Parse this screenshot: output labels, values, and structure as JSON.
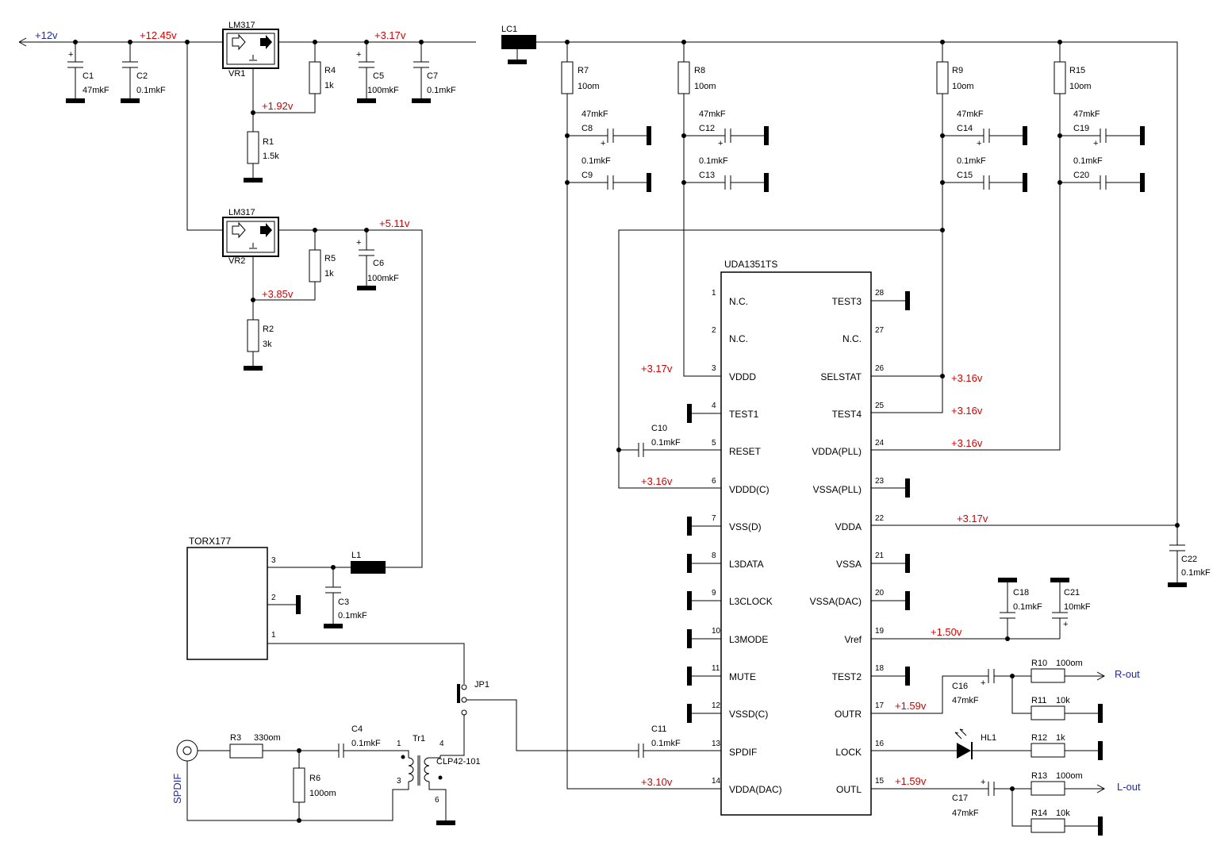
{
  "colors": {
    "wire": "#000000",
    "voltage": "#d40000",
    "signal": "#1f2aa8",
    "background": "#ffffff"
  },
  "power": {
    "input": "+12v",
    "v_in_reg": "+12.45v",
    "v_317a_out": "+3.17v",
    "v_adj1": "+1.92v",
    "v_317b_out": "+5.11v",
    "v_adj2": "+3.85v"
  },
  "vr1": {
    "type": "LM317",
    "ref": "VR1"
  },
  "vr2": {
    "type": "LM317",
    "ref": "VR2"
  },
  "lc1": {
    "ref": "LC1"
  },
  "c1": {
    "ref": "C1",
    "val": "47mkF"
  },
  "c2": {
    "ref": "C2",
    "val": "0.1mkF"
  },
  "r4": {
    "ref": "R4",
    "val": "1k"
  },
  "c5": {
    "ref": "C5",
    "val": "100mkF"
  },
  "c7": {
    "ref": "C7",
    "val": "0.1mkF"
  },
  "r1": {
    "ref": "R1",
    "val": "1.5k"
  },
  "r5": {
    "ref": "R5",
    "val": "1k"
  },
  "c6": {
    "ref": "C6",
    "val": "100mkF"
  },
  "r2": {
    "ref": "R2",
    "val": "3k"
  },
  "r7": {
    "ref": "R7",
    "val": "10om"
  },
  "r8": {
    "ref": "R8",
    "val": "10om"
  },
  "r9": {
    "ref": "R9",
    "val": "10om"
  },
  "r15": {
    "ref": "R15",
    "val": "10om"
  },
  "c8": {
    "ref": "C8",
    "val": "47mkF"
  },
  "c9": {
    "ref": "C9",
    "val": "0.1mkF"
  },
  "c12": {
    "ref": "C12",
    "val": "47mkF"
  },
  "c13": {
    "ref": "C13",
    "val": "0.1mkF"
  },
  "c14": {
    "ref": "C14",
    "val": "47mkF"
  },
  "c15": {
    "ref": "C15",
    "val": "0.1mkF"
  },
  "c19": {
    "ref": "C19",
    "val": "47mkF"
  },
  "c20": {
    "ref": "C20",
    "val": "0.1mkF"
  },
  "ic": {
    "title": "UDA1351TS",
    "left_pins": [
      {
        "num": "1",
        "name": "N.C."
      },
      {
        "num": "2",
        "name": "N.C."
      },
      {
        "num": "3",
        "name": "VDDD"
      },
      {
        "num": "4",
        "name": "TEST1"
      },
      {
        "num": "5",
        "name": "RESET"
      },
      {
        "num": "6",
        "name": "VDDD(C)"
      },
      {
        "num": "7",
        "name": "VSS(D)"
      },
      {
        "num": "8",
        "name": "L3DATA"
      },
      {
        "num": "9",
        "name": "L3CLOCK"
      },
      {
        "num": "10",
        "name": "L3MODE"
      },
      {
        "num": "11",
        "name": "MUTE"
      },
      {
        "num": "12",
        "name": "VSSD(C)"
      },
      {
        "num": "13",
        "name": "SPDIF"
      },
      {
        "num": "14",
        "name": "VDDA(DAC)"
      }
    ],
    "right_pins": [
      {
        "num": "28",
        "name": "TEST3"
      },
      {
        "num": "27",
        "name": "N.C."
      },
      {
        "num": "26",
        "name": "SELSTAT"
      },
      {
        "num": "25",
        "name": "TEST4"
      },
      {
        "num": "24",
        "name": "VDDA(PLL)"
      },
      {
        "num": "23",
        "name": "VSSA(PLL)"
      },
      {
        "num": "22",
        "name": "VDDA"
      },
      {
        "num": "21",
        "name": "VSSA"
      },
      {
        "num": "20",
        "name": "VSSA(DAC)"
      },
      {
        "num": "19",
        "name": "Vref"
      },
      {
        "num": "18",
        "name": "TEST2"
      },
      {
        "num": "17",
        "name": "OUTR"
      },
      {
        "num": "16",
        "name": "LOCK"
      },
      {
        "num": "15",
        "name": "OUTL"
      }
    ],
    "v_pin3": "+3.17v",
    "v_pin6": "+3.16v",
    "v_pin14": "+3.10v",
    "v_pin26": "+3.16v",
    "v_pin25": "+3.16v",
    "v_pin24": "+3.16v",
    "v_pin22": "+3.17v",
    "v_pin19": "+1.50v",
    "v_pin17": "+1.59v",
    "v_pin15": "+1.59v"
  },
  "c10": {
    "ref": "C10",
    "val": "0.1mkF"
  },
  "c11": {
    "ref": "C11",
    "val": "0.1mkF"
  },
  "c22": {
    "ref": "C22",
    "val": "0.1mkF"
  },
  "c18": {
    "ref": "C18",
    "val": "0.1mkF"
  },
  "c21": {
    "ref": "C21",
    "val": "10mkF"
  },
  "c16": {
    "ref": "C16",
    "val": "47mkF"
  },
  "c17": {
    "ref": "C17",
    "val": "47mkF"
  },
  "r10": {
    "ref": "R10",
    "val": "100om"
  },
  "r11": {
    "ref": "R11",
    "val": "10k"
  },
  "r12": {
    "ref": "R12",
    "val": "1k"
  },
  "r13": {
    "ref": "R13",
    "val": "100om"
  },
  "r14": {
    "ref": "R14",
    "val": "10k"
  },
  "hl1": {
    "ref": "HL1"
  },
  "outputs": {
    "right": "R-out",
    "left": "L-out"
  },
  "torx": {
    "title": "TORX177",
    "pin3": "3",
    "pin2": "2",
    "pin1": "1"
  },
  "l1": {
    "ref": "L1"
  },
  "c3": {
    "ref": "C3",
    "val": "0.1mkF"
  },
  "jp1": {
    "ref": "JP1"
  },
  "spdif_in": {
    "label": "SPDIF"
  },
  "r3": {
    "ref": "R3",
    "val": "330om"
  },
  "r6": {
    "ref": "R6",
    "val": "100om"
  },
  "c4": {
    "ref": "C4",
    "val": "0.1mkF"
  },
  "tr1": {
    "ref": "Tr1",
    "part": "CLP42-101",
    "pin1": "1",
    "pin3": "3",
    "pin4": "4",
    "pin6": "6"
  }
}
